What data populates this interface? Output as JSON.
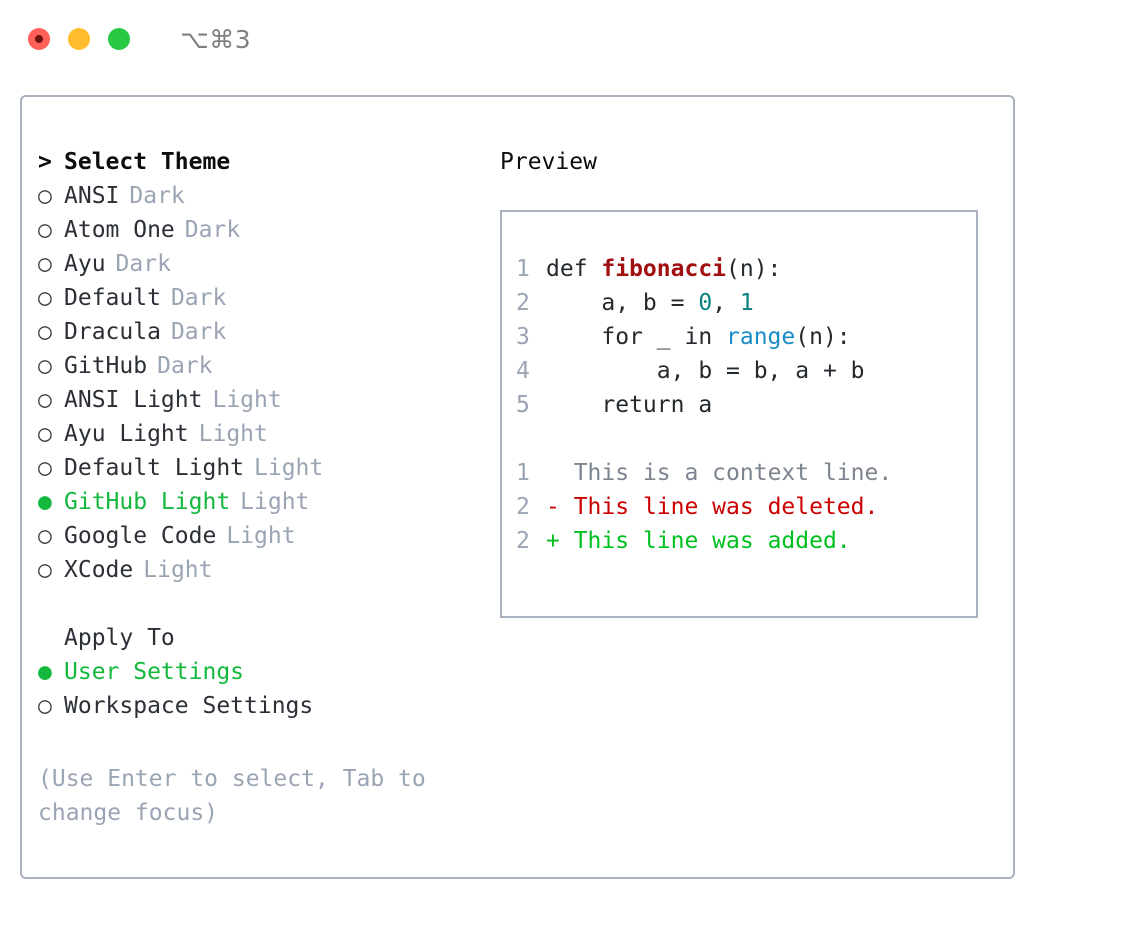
{
  "titlebar": {
    "shortcut": "⌥⌘3",
    "lights": [
      {
        "name": "close",
        "color": "#ff6159"
      },
      {
        "name": "minimize",
        "color": "#ffbd2e"
      },
      {
        "name": "maximize",
        "color": "#28c840"
      }
    ]
  },
  "theme_picker": {
    "caret": ">",
    "heading": "Select Theme",
    "bullet_empty": "○",
    "bullet_filled": "●",
    "items": [
      {
        "label": "ANSI",
        "suffix": "Dark",
        "selected": false
      },
      {
        "label": "Atom One",
        "suffix": "Dark",
        "selected": false
      },
      {
        "label": "Ayu",
        "suffix": "Dark",
        "selected": false
      },
      {
        "label": "Default",
        "suffix": "Dark",
        "selected": false
      },
      {
        "label": "Dracula",
        "suffix": "Dark",
        "selected": false
      },
      {
        "label": "GitHub",
        "suffix": "Dark",
        "selected": false
      },
      {
        "label": "ANSI Light",
        "suffix": "Light",
        "selected": false
      },
      {
        "label": "Ayu Light",
        "suffix": "Light",
        "selected": false
      },
      {
        "label": "Default Light",
        "suffix": "Light",
        "selected": false
      },
      {
        "label": "GitHub Light",
        "suffix": "Light",
        "selected": true
      },
      {
        "label": "Google Code",
        "suffix": "Light",
        "selected": false
      },
      {
        "label": "XCode",
        "suffix": "Light",
        "selected": false
      }
    ]
  },
  "apply_to": {
    "heading": "Apply To",
    "items": [
      {
        "label": "User Settings",
        "selected": true
      },
      {
        "label": "Workspace Settings",
        "selected": false
      }
    ]
  },
  "hint": {
    "text": "(Use Enter to select, Tab to change focus)"
  },
  "preview": {
    "title": "Preview",
    "code": [
      {
        "num": "1",
        "tokens": [
          {
            "t": "def ",
            "k": "plain"
          },
          {
            "t": "fibonacci",
            "k": "fn"
          },
          {
            "t": "(n):",
            "k": "plain"
          }
        ]
      },
      {
        "num": "2",
        "tokens": [
          {
            "t": "    a, b = ",
            "k": "plain"
          },
          {
            "t": "0",
            "k": "num"
          },
          {
            "t": ", ",
            "k": "plain"
          },
          {
            "t": "1",
            "k": "num"
          }
        ]
      },
      {
        "num": "3",
        "tokens": [
          {
            "t": "    for _ in ",
            "k": "plain"
          },
          {
            "t": "range",
            "k": "call"
          },
          {
            "t": "(n):",
            "k": "plain"
          }
        ]
      },
      {
        "num": "4",
        "tokens": [
          {
            "t": "        a, b = b, a + b",
            "k": "plain"
          }
        ]
      },
      {
        "num": "5",
        "tokens": [
          {
            "t": "    return a",
            "k": "plain"
          }
        ]
      }
    ],
    "diff": [
      {
        "num": "1",
        "marker": " ",
        "text": " This is a context line.",
        "kind": "ctx"
      },
      {
        "num": "2",
        "marker": "-",
        "text": " This line was deleted.",
        "kind": "del"
      },
      {
        "num": "2",
        "marker": "+",
        "text": " This line was added.",
        "kind": "add"
      }
    ]
  },
  "colors": {
    "accent_green": "#14b83c",
    "muted": "#9aa4b4",
    "border": "#a9b2be",
    "diff_add": "#00c020",
    "diff_del": "#cc0000",
    "token_fn": "#a01010",
    "token_num": "#0a8080",
    "token_call": "#1a8cc8"
  }
}
